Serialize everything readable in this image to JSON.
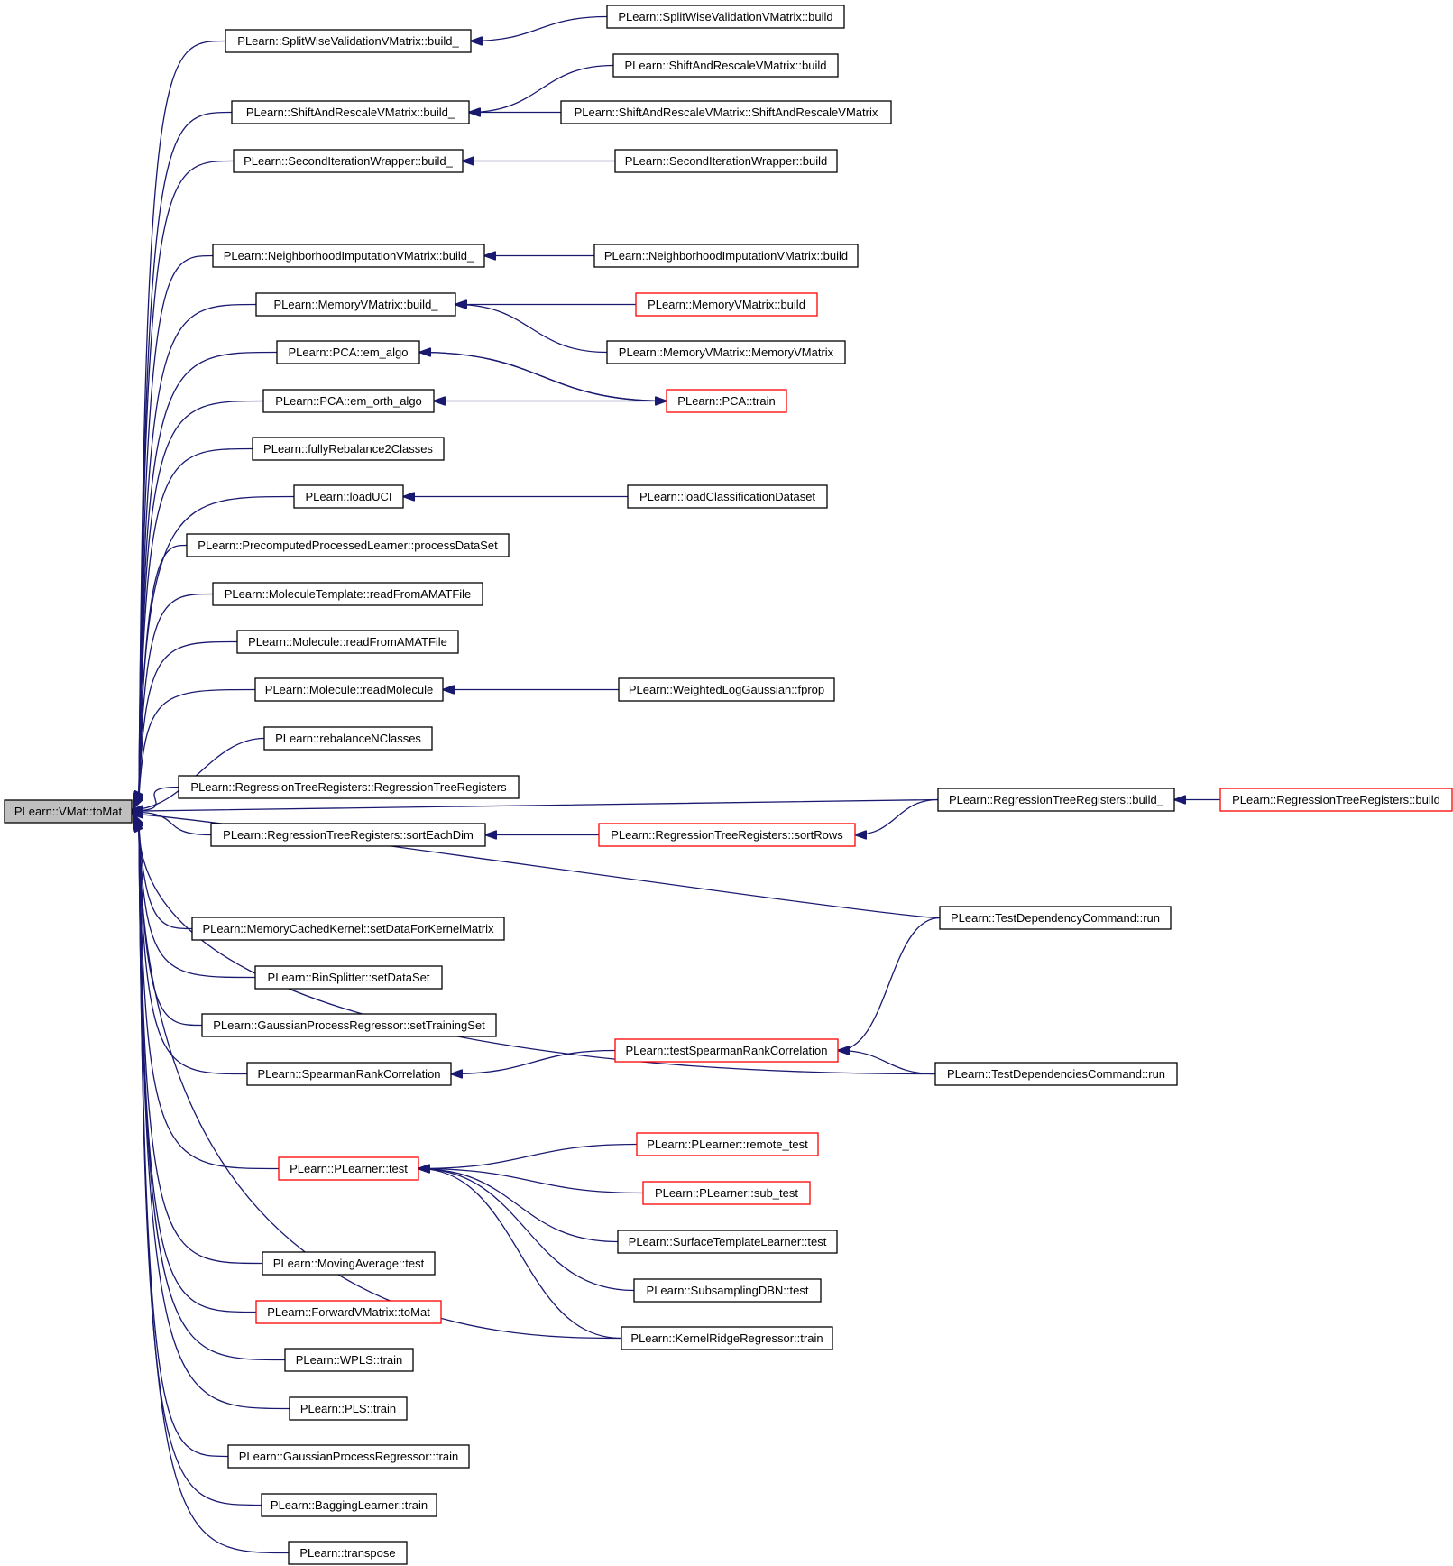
{
  "graph": {
    "edge_color": "#191970",
    "root_fill": "#bfbfbf",
    "truncated_border_color": "#ff0000",
    "nodes": [
      {
        "id": "vmat_tomat",
        "label": "PLearn::VMat::toMat",
        "style": "root"
      },
      {
        "id": "swvvm_build_",
        "label": "PLearn::SplitWiseValidationVMatrix::build_",
        "style": "normal"
      },
      {
        "id": "swvvm_build",
        "label": "PLearn::SplitWiseValidationVMatrix::build",
        "style": "normal"
      },
      {
        "id": "sarvm_build_",
        "label": "PLearn::ShiftAndRescaleVMatrix::build_",
        "style": "normal"
      },
      {
        "id": "sarvm_build",
        "label": "PLearn::ShiftAndRescaleVMatrix::build",
        "style": "normal"
      },
      {
        "id": "sarvm_ctor",
        "label": "PLearn::ShiftAndRescaleVMatrix::ShiftAndRescaleVMatrix",
        "style": "normal"
      },
      {
        "id": "siw_build_",
        "label": "PLearn::SecondIterationWrapper::build_",
        "style": "normal"
      },
      {
        "id": "siw_build",
        "label": "PLearn::SecondIterationWrapper::build",
        "style": "normal"
      },
      {
        "id": "nivm_build_",
        "label": "PLearn::NeighborhoodImputationVMatrix::build_",
        "style": "normal"
      },
      {
        "id": "nivm_build",
        "label": "PLearn::NeighborhoodImputationVMatrix::build",
        "style": "normal"
      },
      {
        "id": "mvm_build_",
        "label": "PLearn::MemoryVMatrix::build_",
        "style": "normal"
      },
      {
        "id": "mvm_build",
        "label": "PLearn::MemoryVMatrix::build",
        "style": "red"
      },
      {
        "id": "mvm_ctor",
        "label": "PLearn::MemoryVMatrix::MemoryVMatrix",
        "style": "normal"
      },
      {
        "id": "pca_em_algo",
        "label": "PLearn::PCA::em_algo",
        "style": "normal"
      },
      {
        "id": "pca_train",
        "label": "PLearn::PCA::train",
        "style": "red"
      },
      {
        "id": "pca_em_orth",
        "label": "PLearn::PCA::em_orth_algo",
        "style": "normal"
      },
      {
        "id": "fully_reb",
        "label": "PLearn::fullyRebalance2Classes",
        "style": "normal"
      },
      {
        "id": "load_uci",
        "label": "PLearn::loadUCI",
        "style": "normal"
      },
      {
        "id": "load_class",
        "label": "PLearn::loadClassificationDataset",
        "style": "normal"
      },
      {
        "id": "ppl_process",
        "label": "PLearn::PrecomputedProcessedLearner::processDataSet",
        "style": "normal"
      },
      {
        "id": "mt_readamat",
        "label": "PLearn::MoleculeTemplate::readFromAMATFile",
        "style": "normal"
      },
      {
        "id": "mol_readamat",
        "label": "PLearn::Molecule::readFromAMATFile",
        "style": "normal"
      },
      {
        "id": "mol_readmol",
        "label": "PLearn::Molecule::readMolecule",
        "style": "normal"
      },
      {
        "id": "wlg_fprop",
        "label": "PLearn::WeightedLogGaussian::fprop",
        "style": "normal"
      },
      {
        "id": "reb_nclasses",
        "label": "PLearn::rebalanceNClasses",
        "style": "normal"
      },
      {
        "id": "rtr_ctor",
        "label": "PLearn::RegressionTreeRegisters::RegressionTreeRegisters",
        "style": "normal"
      },
      {
        "id": "rtr_sortdim",
        "label": "PLearn::RegressionTreeRegisters::sortEachDim",
        "style": "normal"
      },
      {
        "id": "rtr_sortrows",
        "label": "PLearn::RegressionTreeRegisters::sortRows",
        "style": "red"
      },
      {
        "id": "rtr_build_",
        "label": "PLearn::RegressionTreeRegisters::build_",
        "style": "normal"
      },
      {
        "id": "rtr_build",
        "label": "PLearn::RegressionTreeRegisters::build",
        "style": "red"
      },
      {
        "id": "tdc_run",
        "label": "PLearn::TestDependencyCommand::run",
        "style": "normal"
      },
      {
        "id": "mck_setdata",
        "label": "PLearn::MemoryCachedKernel::setDataForKernelMatrix",
        "style": "normal"
      },
      {
        "id": "bs_setdata",
        "label": "PLearn::BinSplitter::setDataSet",
        "style": "normal"
      },
      {
        "id": "gpr_settrain",
        "label": "PLearn::GaussianProcessRegressor::setTrainingSet",
        "style": "normal"
      },
      {
        "id": "src",
        "label": "PLearn::SpearmanRankCorrelation",
        "style": "normal"
      },
      {
        "id": "test_src",
        "label": "PLearn::testSpearmanRankCorrelation",
        "style": "red"
      },
      {
        "id": "tdsc_run",
        "label": "PLearn::TestDependenciesCommand::run",
        "style": "normal"
      },
      {
        "id": "pl_test",
        "label": "PLearn::PLearner::test",
        "style": "red"
      },
      {
        "id": "pl_remote",
        "label": "PLearn::PLearner::remote_test",
        "style": "red"
      },
      {
        "id": "pl_sub",
        "label": "PLearn::PLearner::sub_test",
        "style": "red"
      },
      {
        "id": "stl_test",
        "label": "PLearn::SurfaceTemplateLearner::test",
        "style": "normal"
      },
      {
        "id": "sdbn_test",
        "label": "PLearn::SubsamplingDBN::test",
        "style": "normal"
      },
      {
        "id": "krr_train",
        "label": "PLearn::KernelRidgeRegressor::train",
        "style": "normal"
      },
      {
        "id": "ma_test",
        "label": "PLearn::MovingAverage::test",
        "style": "normal"
      },
      {
        "id": "fvm_tomat",
        "label": "PLearn::ForwardVMatrix::toMat",
        "style": "red"
      },
      {
        "id": "wpls_train",
        "label": "PLearn::WPLS::train",
        "style": "normal"
      },
      {
        "id": "pls_train",
        "label": "PLearn::PLS::train",
        "style": "normal"
      },
      {
        "id": "gpr_train",
        "label": "PLearn::GaussianProcessRegressor::train",
        "style": "normal"
      },
      {
        "id": "bl_train",
        "label": "PLearn::BaggingLearner::train",
        "style": "normal"
      },
      {
        "id": "transpose",
        "label": "PLearn::transpose",
        "style": "normal"
      }
    ]
  }
}
